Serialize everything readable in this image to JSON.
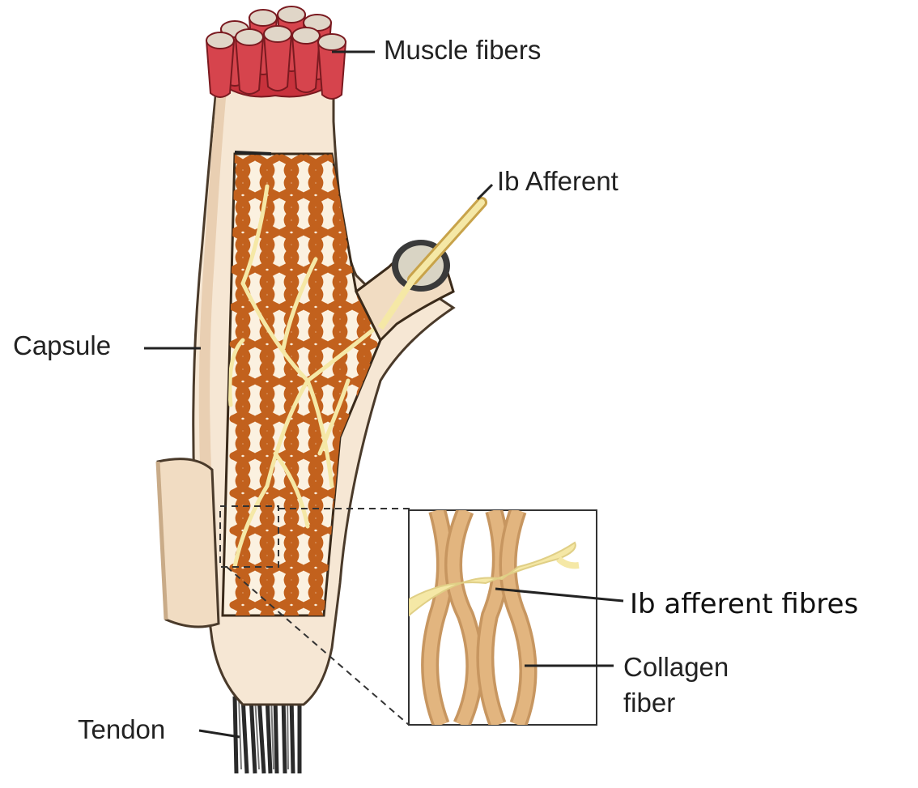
{
  "labels": {
    "muscle_fibers": "Muscle fibers",
    "ib_afferent": "Ib Afferent",
    "capsule": "Capsule",
    "ib_afferent_fibres": "Ib afferent fibres",
    "collagen": "Collagen",
    "fiber": "fiber",
    "tendon": "Tendon"
  },
  "colors": {
    "capsule_fill": "#f6e7d4",
    "capsule_shade": "#e9cfb2",
    "collagen": "#c2611d",
    "nerve": "#f5e8a6",
    "muscle": "#c8323c",
    "inset_fiber": "#e2b57f",
    "tendon": "#2a2a2a"
  },
  "icons": [
    "muscle-fiber-bundle",
    "capsule-body",
    "ib-afferent-nerve",
    "magnified-inset",
    "tendon-strands"
  ]
}
